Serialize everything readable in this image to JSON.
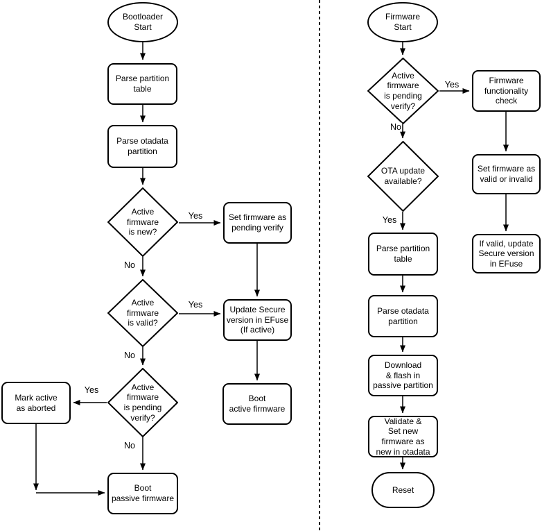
{
  "labels": {
    "yes": "Yes",
    "no": "No"
  },
  "left_flow": {
    "start": "Bootloader\nStart",
    "parse_partition": "Parse partition\ntable",
    "parse_otadata": "Parse otadata\npartition",
    "is_new": "Active\nfirmware\nis new?",
    "set_pending": "Set firmware as\npending verify",
    "is_valid": "Active\nfirmware\nis valid?",
    "update_secure": "Update Secure\nversion in EFuse\n(If active)",
    "is_pending": "Active\nfirmware\nis pending\nverify?",
    "mark_aborted": "Mark active\nas aborted",
    "boot_active": "Boot\nactive firmware",
    "boot_passive": "Boot\npassive firmware"
  },
  "right_flow": {
    "start": "Firmware\nStart",
    "is_pending": "Active\nfirmware\nis pending\nverify?",
    "func_check": "Firmware\nfunctionality\ncheck",
    "ota_available": "OTA update\navailable?",
    "set_valid": "Set firmware as\nvalid or invalid",
    "if_valid_update": "If valid, update\nSecure version\nin EFuse",
    "parse_partition": "Parse partition\ntable",
    "parse_otadata": "Parse otadata\npartition",
    "download_flash": "Download\n& flash in\npassive partition",
    "validate_set": "Validate &\nSet new\nfirmware as\nnew in otadata",
    "reset": "Reset"
  },
  "colors": {
    "stroke": "#000000",
    "fill": "#ffffff",
    "background": "#ffffff"
  }
}
